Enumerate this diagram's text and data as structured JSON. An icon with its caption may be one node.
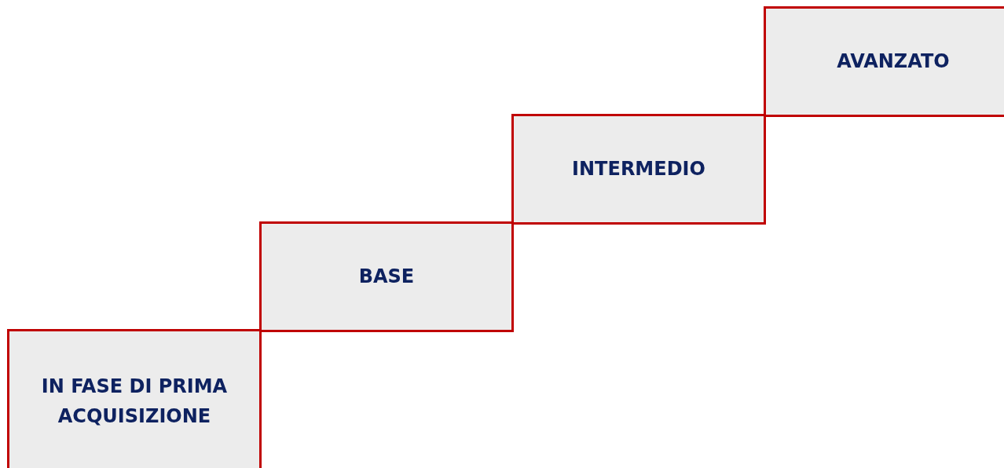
{
  "diagram": {
    "nodes": [
      {
        "text": [
          "IN FASE DI PRIMA ACQUISIZIONE"
        ]
      },
      {
        "text": [
          "BASE"
        ]
      },
      {
        "text": [
          "INTERMEDIO"
        ]
      },
      {
        "text": [
          "AVANZATO"
        ]
      }
    ]
  }
}
